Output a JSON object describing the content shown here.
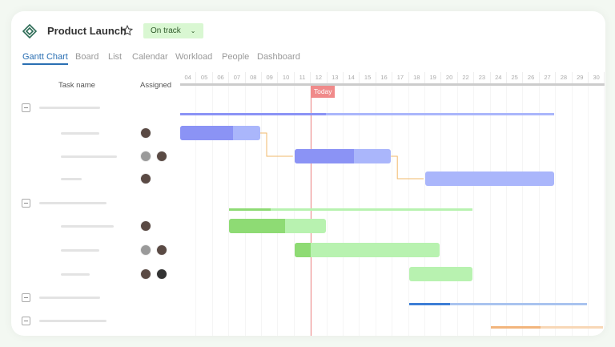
{
  "header": {
    "title": "Product Launch",
    "status": "On track",
    "icons": [
      "project-logo-icon",
      "star-icon",
      "chevron-down-icon"
    ]
  },
  "tabs": [
    {
      "label": "Gantt Chart",
      "active": true
    },
    {
      "label": "Board"
    },
    {
      "label": "List"
    },
    {
      "label": "Calendar"
    },
    {
      "label": "Workload"
    },
    {
      "label": "People"
    },
    {
      "label": "Dashboard"
    }
  ],
  "columns": {
    "task": "Task name",
    "assigned": "Assigned"
  },
  "days": [
    "04",
    "05",
    "06",
    "07",
    "08",
    "09",
    "10",
    "11",
    "12",
    "13",
    "14",
    "15",
    "16",
    "17",
    "18",
    "19",
    "20",
    "22",
    "23",
    "24",
    "25",
    "26",
    "27",
    "28",
    "29",
    "30"
  ],
  "today": {
    "label": "Today",
    "day": "12"
  },
  "colors": {
    "purple": "#8b93f5",
    "purple_light": "#aab6fb",
    "green": "#8edb74",
    "green_light": "#b8f2b0",
    "blue": "#3d7ed6",
    "blue_light": "#a9c3ef",
    "orange": "#f2b57d",
    "orange_light": "#f8d7b6",
    "today": "#f08a8a",
    "connector": "#f2b96b"
  },
  "rows": [
    {
      "type": "group",
      "start": "04",
      "end": "27",
      "progress": 0.39,
      "color": "purple"
    },
    {
      "type": "task",
      "start": "04",
      "end": "08",
      "progress": 0.66,
      "color": "purple",
      "avatars": 1
    },
    {
      "type": "task",
      "start": "11",
      "end": "16",
      "progress": 0.62,
      "color": "purple",
      "avatars": 2
    },
    {
      "type": "task",
      "start": "19",
      "end": "27",
      "progress": 0,
      "color": "purple",
      "avatars": 1
    },
    {
      "type": "group",
      "start": "07",
      "end": "22",
      "progress": 0.17,
      "color": "green"
    },
    {
      "type": "task",
      "start": "07",
      "end": "12",
      "progress": 0.58,
      "color": "green",
      "avatars": 1
    },
    {
      "type": "task",
      "start": "11",
      "end": "19",
      "progress": 0.11,
      "color": "green",
      "avatars": 2
    },
    {
      "type": "task",
      "start": "18",
      "end": "22",
      "progress": 0,
      "color": "green",
      "avatars": 2
    },
    {
      "type": "group",
      "start": "18",
      "end": "29",
      "progress": 0.23,
      "color": "blue"
    },
    {
      "type": "group",
      "start": "24",
      "end": "30",
      "progress": 0.44,
      "color": "orange"
    }
  ],
  "dependencies": [
    [
      1,
      2
    ],
    [
      2,
      3
    ]
  ]
}
